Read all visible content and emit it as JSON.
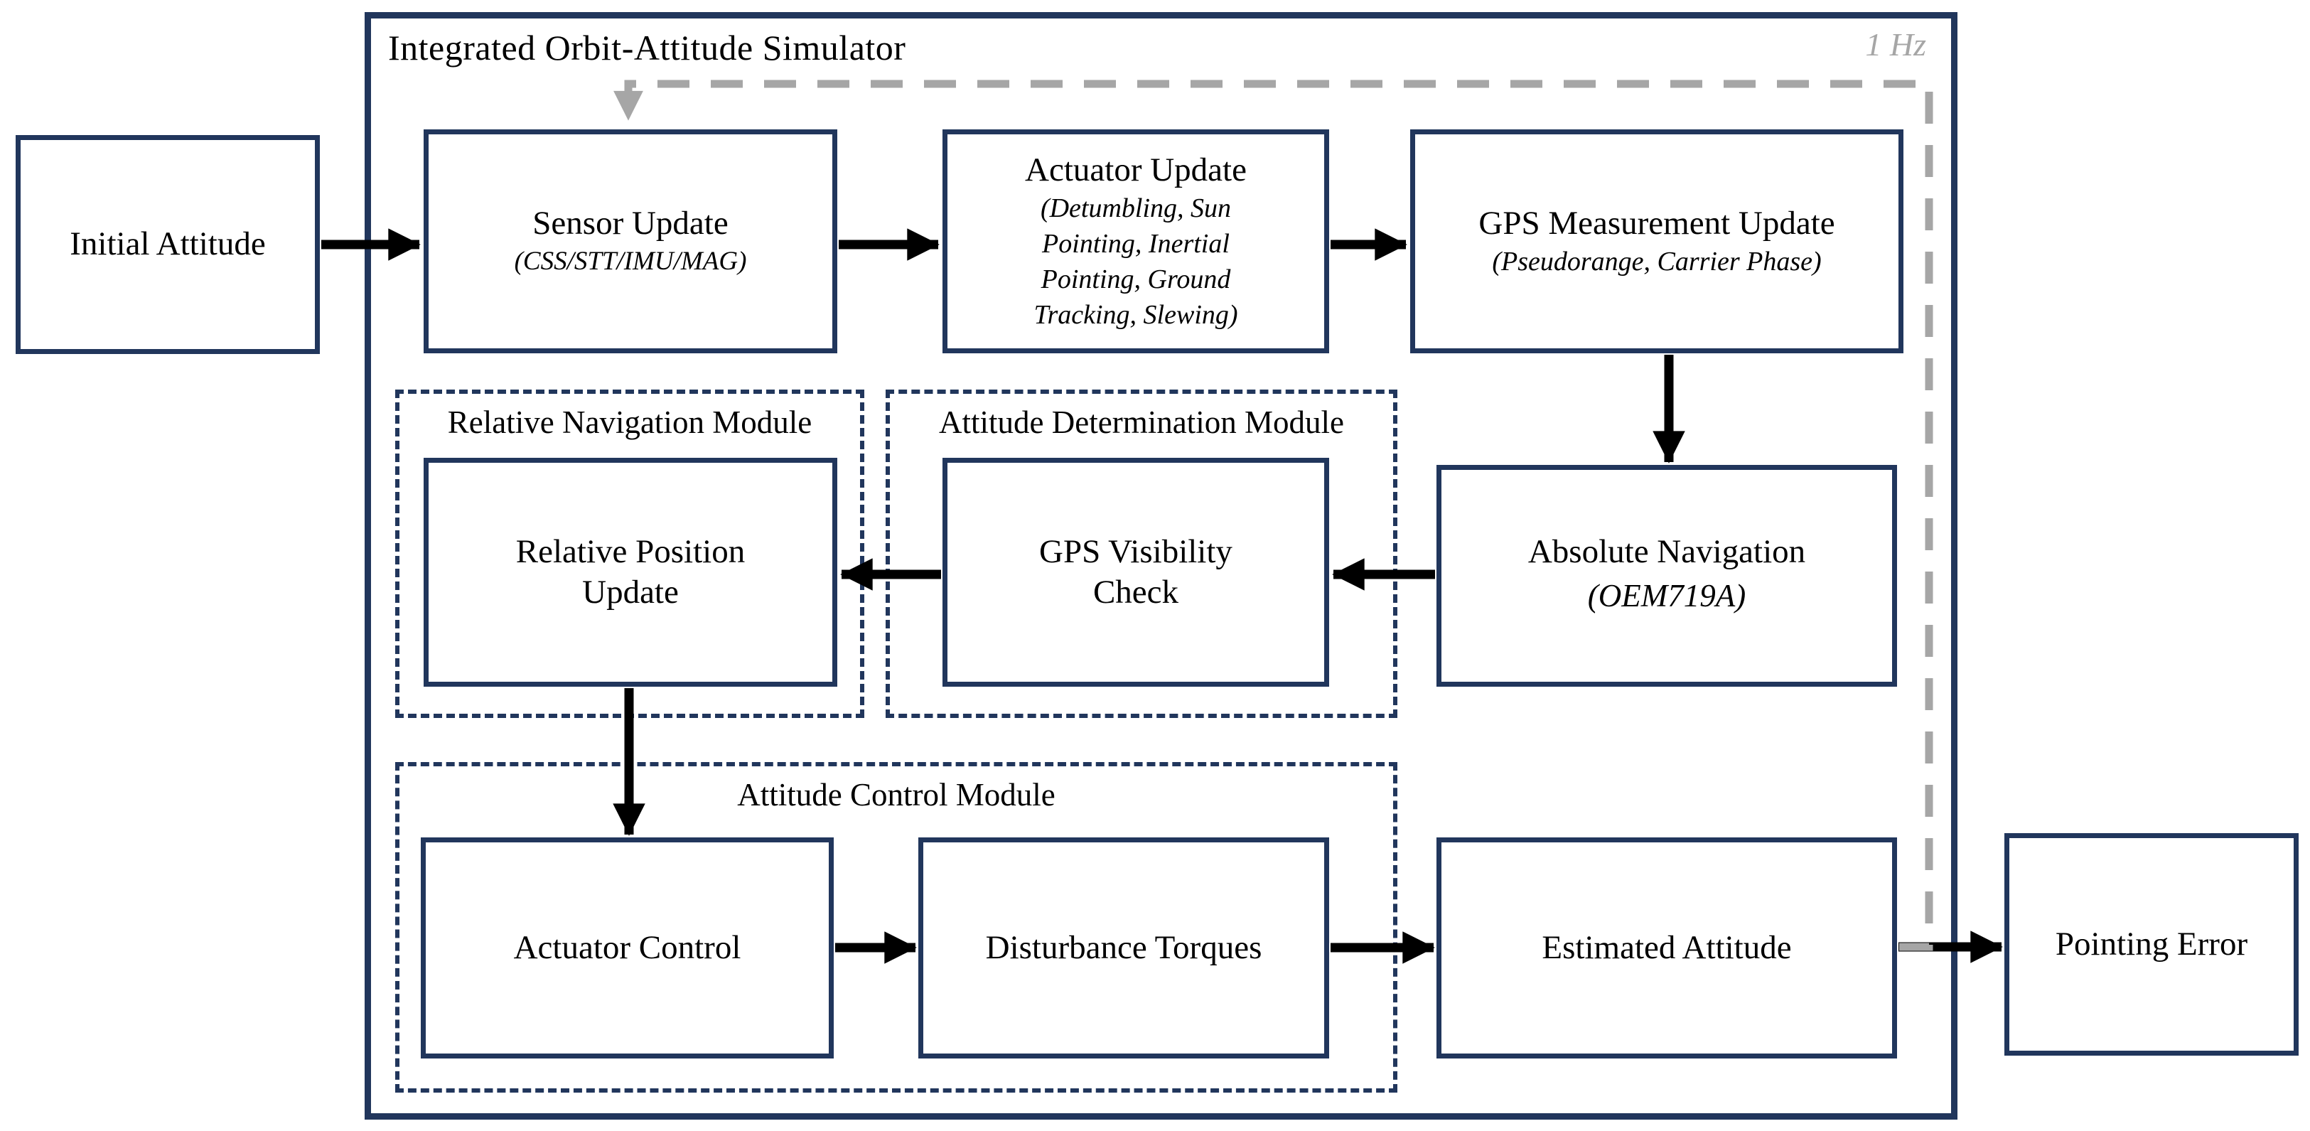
{
  "diagram": {
    "title": "Integrated Orbit-Attitude Simulator",
    "feedback_rate_label": "1 Hz",
    "colors": {
      "navy": "#21365c",
      "gray": "#a6a6a6",
      "black": "#000000"
    }
  },
  "modules": {
    "relative_navigation": {
      "label": "Relative Navigation Module"
    },
    "attitude_determination": {
      "label": "Attitude Determination Module"
    },
    "attitude_control": {
      "label": "Attitude Control Module"
    }
  },
  "nodes": {
    "initial_attitude": {
      "title": "Initial Attitude"
    },
    "sensor_update": {
      "title": "Sensor Update",
      "subtitle": "(CSS/STT/IMU/MAG)"
    },
    "actuator_update": {
      "title": "Actuator Update",
      "subtitle": "(Detumbling, Sun\nPointing, Inertial\nPointing, Ground\nTracking, Slewing)"
    },
    "gps_measurement_update": {
      "title": "GPS Measurement Update",
      "subtitle": "(Pseudorange, Carrier Phase)"
    },
    "relative_position_update": {
      "title": "Relative Position\nUpdate"
    },
    "gps_visibility_check": {
      "title": "GPS Visibility\nCheck"
    },
    "absolute_navigation": {
      "title": "Absolute Navigation",
      "subtitle": "(OEM719A)"
    },
    "actuator_control": {
      "title": "Actuator Control"
    },
    "disturbance_torques": {
      "title": "Disturbance Torques"
    },
    "estimated_attitude": {
      "title": "Estimated Attitude"
    },
    "pointing_error": {
      "title": "Pointing Error"
    }
  }
}
